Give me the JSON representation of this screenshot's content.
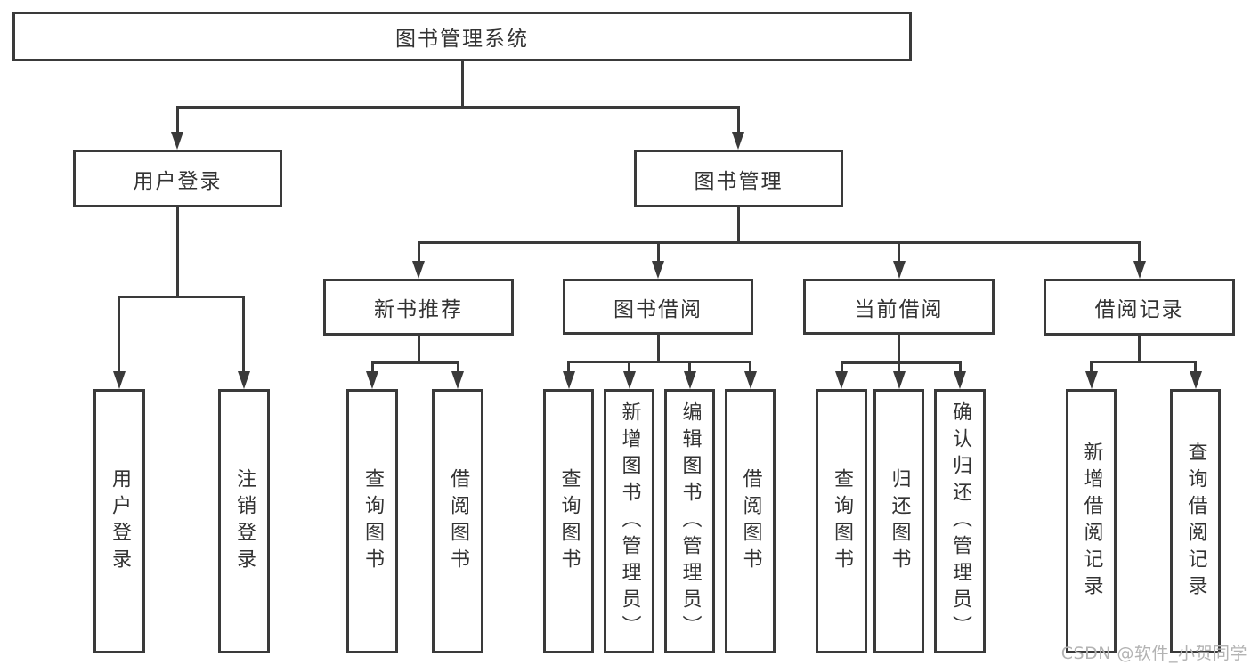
{
  "diagram": {
    "title": "图书管理系统",
    "nodes": {
      "root": {
        "label": "图书管理系统"
      },
      "user_login": {
        "label": "用户登录"
      },
      "book_mgmt": {
        "label": "图书管理"
      },
      "new_books": {
        "label": "新书推荐"
      },
      "book_borrow": {
        "label": "图书借阅"
      },
      "current_borrow": {
        "label": "当前借阅"
      },
      "borrow_records": {
        "label": "借阅记录"
      }
    },
    "leaves": [
      {
        "parent": "用户登录",
        "label": "用户登录"
      },
      {
        "parent": "用户登录",
        "label": "注销登录"
      },
      {
        "parent": "新书推荐",
        "label": "查询图书"
      },
      {
        "parent": "新书推荐",
        "label": "借阅图书"
      },
      {
        "parent": "图书借阅",
        "label": "查询图书"
      },
      {
        "parent": "图书借阅",
        "label": "新增图书（管理员）"
      },
      {
        "parent": "图书借阅",
        "label": "编辑图书（管理员）"
      },
      {
        "parent": "图书借阅",
        "label": "借阅图书"
      },
      {
        "parent": "当前借阅",
        "label": "查询图书"
      },
      {
        "parent": "当前借阅",
        "label": "归还图书"
      },
      {
        "parent": "当前借阅",
        "label": "确认归还（管理员）"
      },
      {
        "parent": "借阅记录",
        "label": "新增借阅记录"
      },
      {
        "parent": "借阅记录",
        "label": "查询借阅记录"
      }
    ],
    "watermark": {
      "text": "CSDN @软件_小贺同学"
    },
    "colors": {
      "line": "#3a3a3a",
      "text": "#333333",
      "watermark": "#b3b3b3",
      "background": "#ffffff"
    }
  }
}
